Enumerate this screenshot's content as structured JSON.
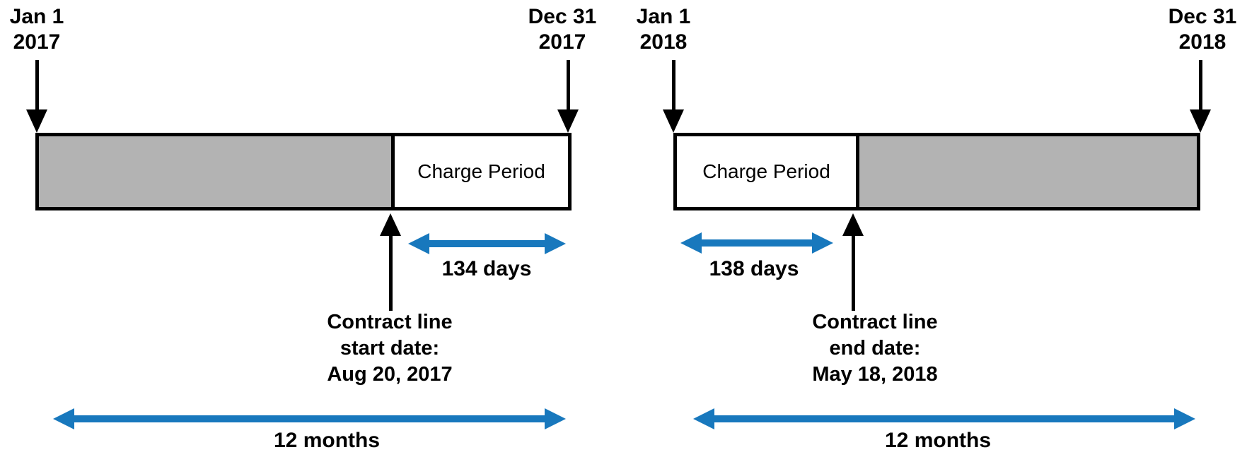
{
  "colors": {
    "bar_gray": "#b3b3b3",
    "arrow_blue": "#1878bd",
    "line_black": "#000000",
    "background": "#ffffff"
  },
  "diagrams": [
    {
      "year": "2017",
      "charge_period_position": "end-of-year",
      "start_label": [
        "Jan 1",
        "2017"
      ],
      "end_label": [
        "Dec 31",
        "2017"
      ],
      "charge_period_label": "Charge Period",
      "days_label": "134 days",
      "note": [
        "Contract line",
        "start date:",
        "Aug 20, 2017"
      ],
      "duration_label": "12 months"
    },
    {
      "year": "2018",
      "charge_period_position": "start-of-year",
      "start_label": [
        "Jan 1",
        "2018"
      ],
      "end_label": [
        "Dec 31",
        "2018"
      ],
      "charge_period_label": "Charge Period",
      "days_label": "138 days",
      "note": [
        "Contract line",
        "end date:",
        "May 18, 2018"
      ],
      "duration_label": "12 months"
    }
  ]
}
